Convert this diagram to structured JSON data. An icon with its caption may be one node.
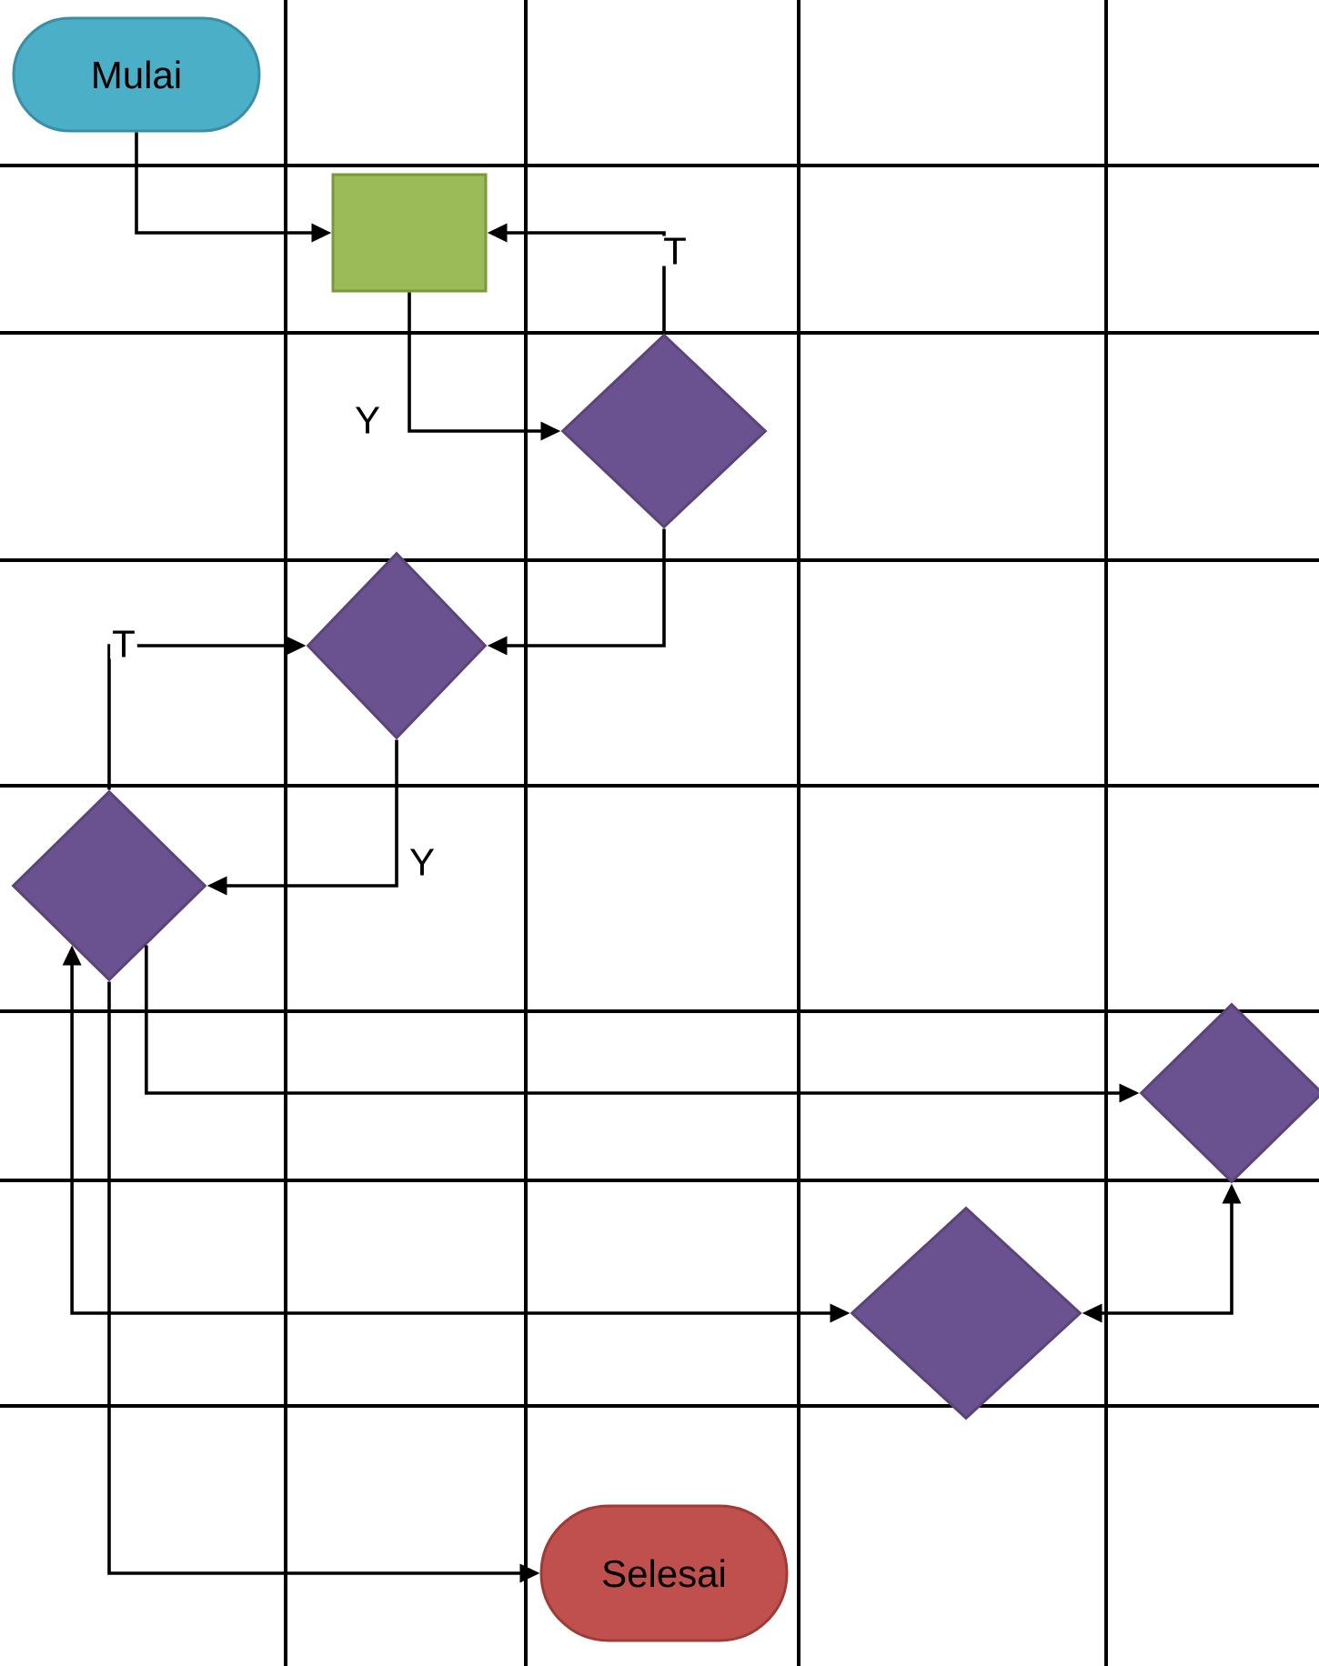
{
  "diagram": {
    "nodes": [
      {
        "text": [
          "Mulai"
        ]
      },
      {
        "text": [],
        "shape": "box"
      },
      {
        "text": [],
        "shape": "diamond"
      },
      {
        "text": [],
        "shape": "diamond"
      },
      {
        "text": [],
        "shape": "diamond"
      },
      {
        "text": [],
        "shape": "diamond"
      },
      {
        "text": [],
        "shape": "diamond"
      },
      {
        "text": [
          "Selesai"
        ]
      }
    ],
    "edges": [
      {
        "from": 0,
        "to": 1,
        "arrow": "to"
      },
      {
        "from": 2,
        "to": 1,
        "arrow": "to",
        "label": "T"
      },
      {
        "from": 1,
        "to": 2,
        "arrow": "to",
        "label": "Y"
      },
      {
        "from": 2,
        "to": 3,
        "arrow": "to"
      },
      {
        "from": 4,
        "to": 3,
        "arrow": "to",
        "label": "T"
      },
      {
        "from": 3,
        "to": 4,
        "arrow": "to",
        "label": "Y"
      },
      {
        "from": 4,
        "to": 5,
        "arrow": "to"
      },
      {
        "from": 4,
        "to": 6,
        "arrow": "both"
      },
      {
        "from": 6,
        "to": 5,
        "arrow": "both"
      },
      {
        "from": 4,
        "to": 7,
        "arrow": "to"
      }
    ]
  }
}
